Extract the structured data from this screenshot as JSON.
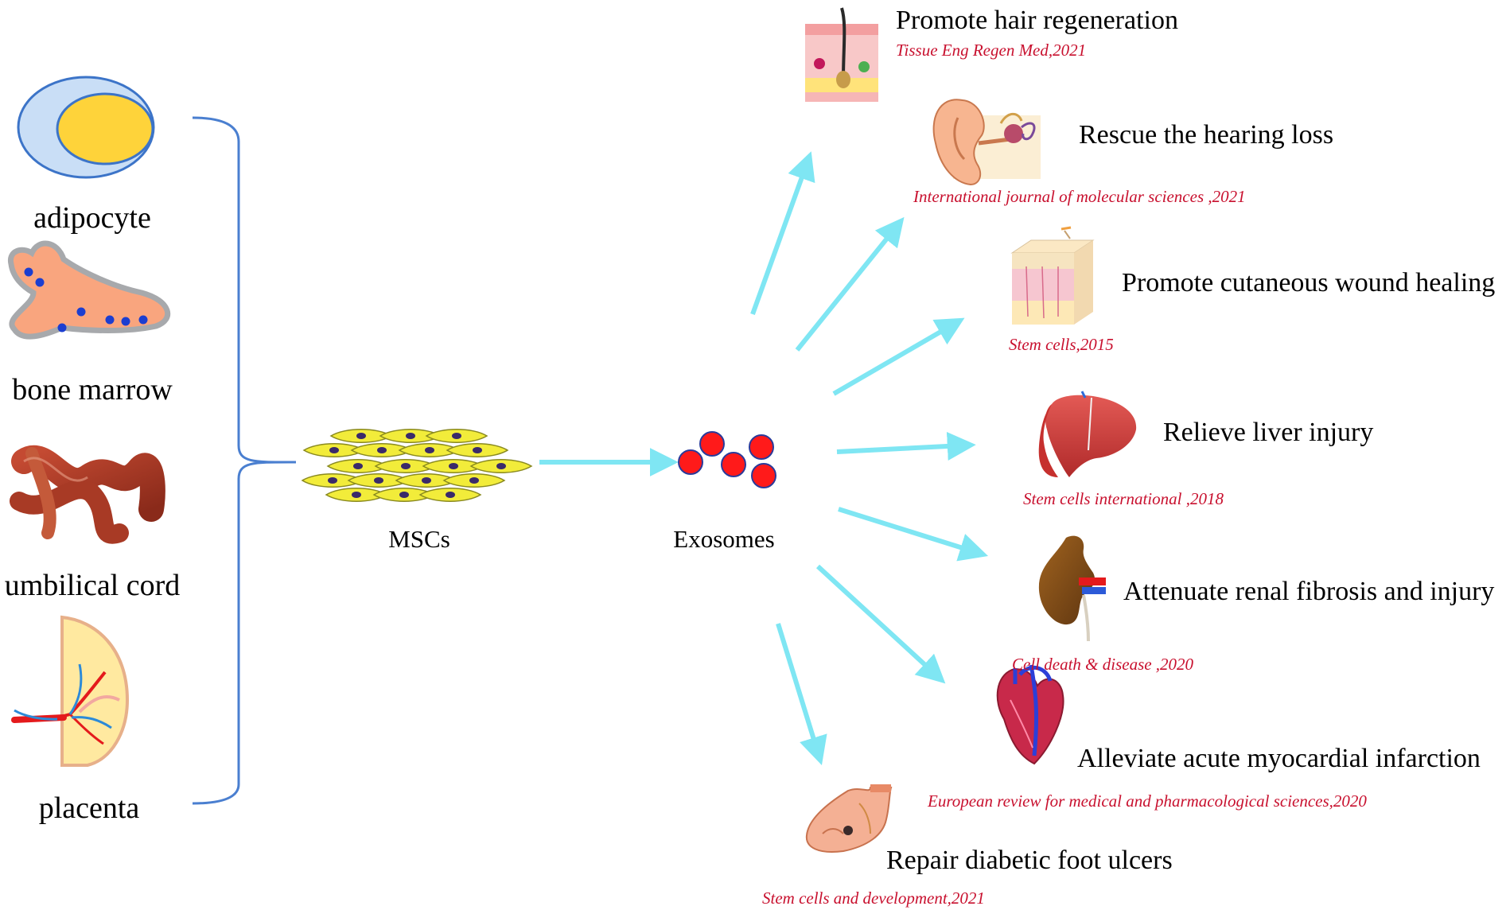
{
  "sources": [
    {
      "label": "adipocyte",
      "icon": "adipocyte-icon"
    },
    {
      "label": "bone marrow",
      "icon": "bone-marrow-icon"
    },
    {
      "label": "umbilical cord",
      "icon": "umbilical-cord-icon"
    },
    {
      "label": "placenta",
      "icon": "placenta-icon"
    }
  ],
  "msc_label": "MSCs",
  "exosome_label": "Exosomes",
  "outcomes": [
    {
      "title": "Promote hair regeneration",
      "citation": "Tissue Eng Regen Med,2021",
      "icon": "hair-follicle-icon"
    },
    {
      "title": "Rescue the hearing loss",
      "citation": "International journal of molecular sciences ,2021",
      "icon": "ear-icon"
    },
    {
      "title": "Promote cutaneous wound healing",
      "citation": "Stem cells,2015",
      "icon": "skin-icon"
    },
    {
      "title": "Relieve liver injury",
      "citation": "Stem cells international ,2018",
      "icon": "liver-icon"
    },
    {
      "title": "Attenuate renal fibrosis and injury",
      "citation": "Cell death & disease ,2020",
      "icon": "kidney-icon"
    },
    {
      "title": "Alleviate acute myocardial infarction",
      "citation": "European review for medical and pharmacological sciences,2020",
      "icon": "heart-icon"
    },
    {
      "title": "Repair diabetic foot ulcers",
      "citation": "Stem cells and development,2021",
      "icon": "foot-icon"
    }
  ],
  "colors": {
    "arrow": "#7fe6f3",
    "bracket": "#4a7fd0",
    "cell_fill": "#f2ec3a",
    "cell_nucleus": "#3a2a6a",
    "exosome": "#ff1a1a",
    "exosome_stroke": "#2a3a9a",
    "citation": "#c8102e"
  }
}
